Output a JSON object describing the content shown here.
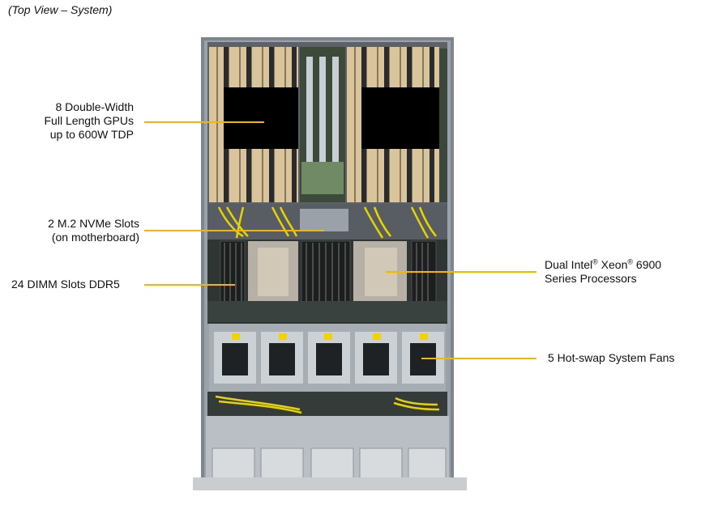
{
  "caption": "(Top View – System)",
  "callouts": {
    "gpus": {
      "line1": "8 Double-Width",
      "line2": "Full Length GPUs",
      "line3": "up to 600W TDP"
    },
    "nvme": {
      "line1": "2 M.2 NVMe Slots",
      "line2": "(on motherboard)"
    },
    "dimm": {
      "line1": "24 DIMM Slots DDR5"
    },
    "cpu": {
      "line1_a": "Dual Intel",
      "line1_sup1": "®",
      "line1_b": " Xeon",
      "line1_sup2": "®",
      "line1_c": " 6900",
      "line2": "Series Processors"
    },
    "fans": {
      "line1": "5 Hot-swap System Fans"
    }
  },
  "colors": {
    "leader": "#f2b705",
    "chassis": "#8d949b",
    "gpu_fin": "#d8c39a",
    "gpu_shroud": "#000000",
    "cable": "#e6d400"
  }
}
